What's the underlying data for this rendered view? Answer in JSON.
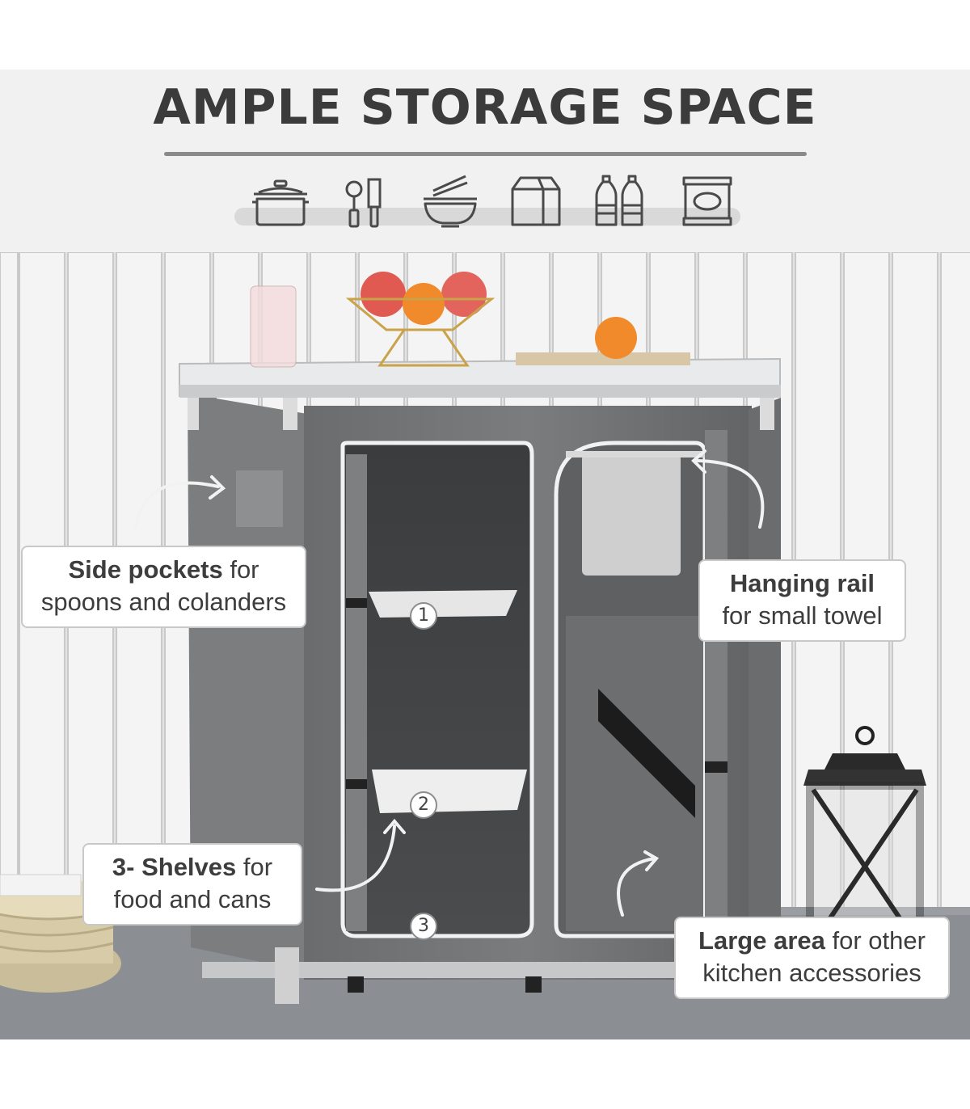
{
  "headline": "AMPLE STORAGE SPACE",
  "icons": [
    "pot-icon",
    "utensils-icon",
    "bowl-chopsticks-icon",
    "box-icon",
    "bottles-icon",
    "snack-bag-icon"
  ],
  "callouts": {
    "side_pockets": {
      "bold": "Side pockets",
      "rest": " for",
      "line2": "spoons and colanders"
    },
    "hanging_rail": {
      "bold": "Hanging rail",
      "line2": "for small towel"
    },
    "shelves": {
      "bold": "3- Shelves",
      "rest": " for",
      "line2": "food and cans"
    },
    "large_area": {
      "bold": "Large area",
      "rest": " for other",
      "line2": "kitchen accessories"
    }
  },
  "shelf_numbers": [
    "1",
    "2",
    "3"
  ],
  "colors": {
    "header_band": "#f1f1f1",
    "headline_text": "#3b3b3b",
    "cabinet_fabric": "#6f7173",
    "fence": "#e6e6e6"
  }
}
